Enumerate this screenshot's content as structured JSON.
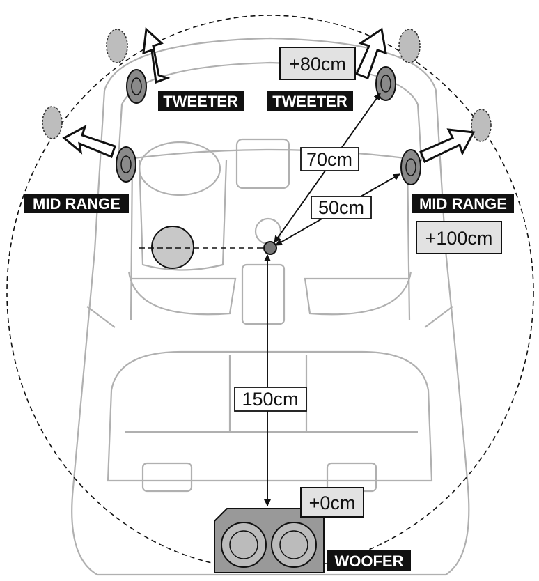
{
  "speakers": {
    "tweeter_left": {
      "label": "TWEETER"
    },
    "tweeter_right": {
      "label": "TWEETER",
      "offset": "+80cm",
      "distance": "70cm"
    },
    "midrange_left": {
      "label": "MID RANGE"
    },
    "midrange_right": {
      "label": "MID RANGE",
      "offset": "+100cm",
      "distance": "50cm"
    },
    "woofer": {
      "label": "WOOFER",
      "offset": "+0cm",
      "distance": "150cm"
    }
  }
}
